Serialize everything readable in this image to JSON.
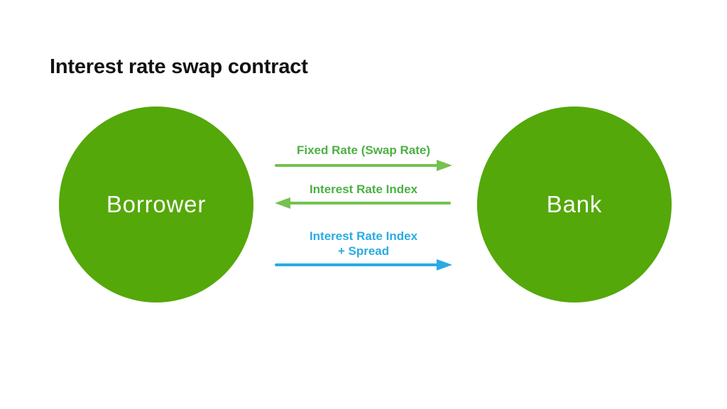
{
  "title": "Interest rate swap contract",
  "diagram": {
    "nodes": {
      "borrower": {
        "label": "Borrower"
      },
      "bank": {
        "label": "Bank"
      }
    },
    "flows": [
      {
        "label": "Fixed Rate (Swap Rate)",
        "from": "Borrower",
        "to": "Bank",
        "direction": "right",
        "color": "#74c150"
      },
      {
        "label": "Interest Rate Index",
        "from": "Bank",
        "to": "Borrower",
        "direction": "left",
        "color": "#74c150"
      },
      {
        "label": "Interest Rate Index",
        "label_line2": "+ Spread",
        "from": "Borrower",
        "to": "Bank",
        "direction": "right",
        "color": "#29abe2"
      }
    ],
    "colors": {
      "node_fill": "#54a80a",
      "node_text": "#ffffff",
      "green_arrow": "#74c150",
      "green_label": "#4bb043",
      "blue": "#29abe2",
      "title_text": "#121212",
      "background": "#ffffff"
    }
  }
}
